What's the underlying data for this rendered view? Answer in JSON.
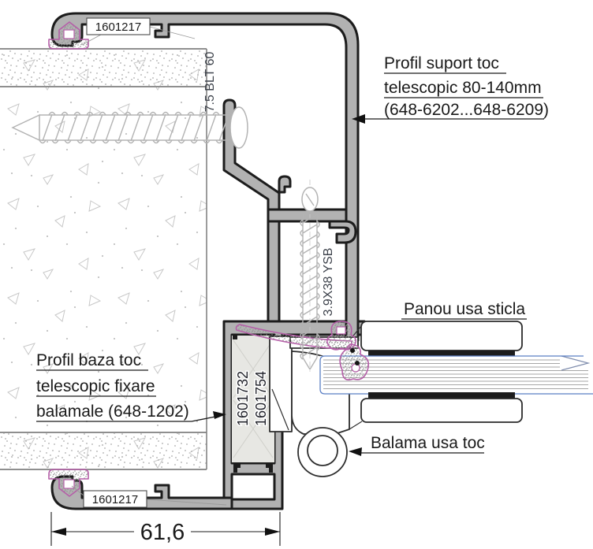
{
  "drawing": {
    "labels": {
      "support_profile": {
        "line1": "Profil suport toc",
        "line2": "telescopic 80-140mm",
        "line3": "(648-6202...648-6209)"
      },
      "glass_panel": "Panou usa sticla",
      "base_profile": {
        "line1": "Profil baza toc",
        "line2": "telescopic fixare",
        "line3": "balamale (648-1202)"
      },
      "hinge": "Balama usa toc"
    },
    "part_codes": {
      "top_gasket_profile": "1601217",
      "bottom_gasket_profile": "1601217",
      "base_code_1": "1601732",
      "base_code_2": "1601754"
    },
    "fasteners": {
      "wall_screw": "7.5 BLT 60",
      "frame_screw": "3.9X38 YSB"
    },
    "dimensions": {
      "frame_width": "61,6"
    },
    "colors": {
      "profile_fill": "#b2b2b2",
      "profile_outline": "#1c1c1c",
      "gasket": "#b55fa8",
      "glass_edge": "#5b7fc4",
      "screw": "#b3b3b3",
      "code_text": "#3e434c",
      "label_text": "#1a1a1a"
    }
  }
}
